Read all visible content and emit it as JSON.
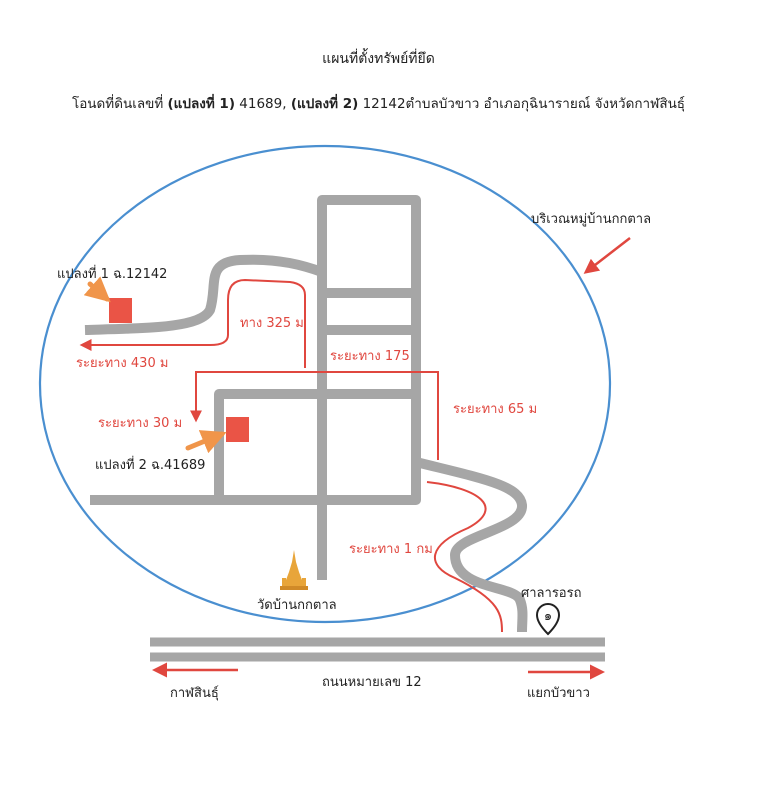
{
  "header": {
    "title": "แผนที่ตั้งทรัพย์ที่ยึด",
    "subtitle_prefix": "โอนดที่ดินเลขที่",
    "parcel1_label": "(แปลงที่ 1)",
    "parcel1_number": "41689,",
    "parcel2_label": "(แปลงที่ 2)",
    "subtitle_rest": "12142ตำบลบัวขาว อำเภอกุฉินารายณ์ จังหวัดกาฬสินธุ์"
  },
  "map": {
    "area_label": "บริเวณหมู่บ้านกกตาล",
    "parcel_1_label": "แปลงที่ 1 ฉ.12142",
    "parcel_2_label": "แปลงที่ 2 ฉ.41689",
    "distance_325": "ทาง 325 ม",
    "distance_430": "ระยะทาง 430 ม",
    "distance_175": "ระยะทาง 175",
    "distance_65": "ระยะทาง 65 ม",
    "distance_30": "ระยะทาง 30 ม",
    "distance_1km": "ระยะทาง 1 กม",
    "temple_label": "วัดบ้านกกตาล",
    "shrine_label": "ศาลารอรถ",
    "shrine_marker_digit": "๑",
    "highway_label": "ถนนหมายเลข 12",
    "direction_left": "กาฬสินธุ์",
    "direction_right": "แยกบัวขาว",
    "colors": {
      "road": "#a6a6a6",
      "route": "#e0473f",
      "parcel": "#ea5446",
      "pointer": "#f0954a",
      "boundary": "#4a8fd0",
      "temple": "#e8a53a"
    }
  }
}
